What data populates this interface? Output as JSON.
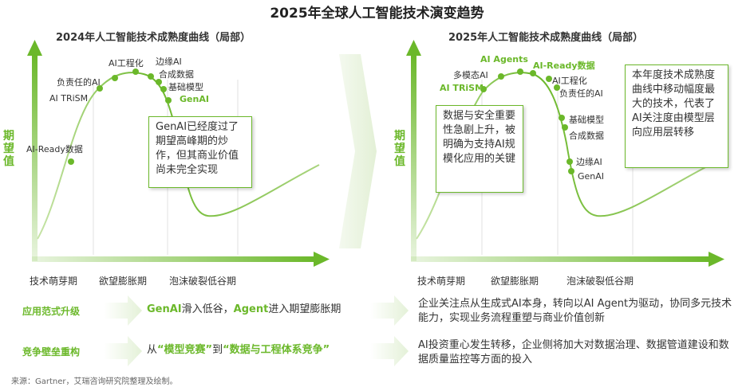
{
  "title": "2025年全球人工智能技术演变趋势",
  "charts": [
    {
      "subtitle": "2024年人工智能技术成熟度曲线（局部）",
      "ylabel": "期望值",
      "phases": [
        "技术萌芽期",
        "欲望膨胀期",
        "泡沫破裂低谷期"
      ],
      "points": [
        {
          "name": "AI-Ready数据",
          "emphasis": false
        },
        {
          "name": "AI TRiSM",
          "emphasis": false
        },
        {
          "name": "负责任的AI",
          "emphasis": false
        },
        {
          "name": "AI工程化",
          "emphasis": false
        },
        {
          "name": "边缘AI",
          "emphasis": false
        },
        {
          "name": "合成数据",
          "emphasis": false
        },
        {
          "name": "基础模型",
          "emphasis": false
        },
        {
          "name": "GenAI",
          "emphasis": true
        }
      ],
      "callout": "GenAI已经度过了期望高峰期的炒作，但其商业价值尚未完全实现"
    },
    {
      "subtitle": "2025年人工智能技术成熟度曲线（局部）",
      "ylabel": "期望值",
      "phases": [
        "技术萌芽期",
        "欲望膨胀期",
        "泡沫破裂低谷期"
      ],
      "points": [
        {
          "name": "AI TRiSM",
          "emphasis": true
        },
        {
          "name": "多模态AI",
          "emphasis": false
        },
        {
          "name": "AI Agents",
          "emphasis": true
        },
        {
          "name": "AI-Ready数据",
          "emphasis": true
        },
        {
          "name": "AI工程化",
          "emphasis": false
        },
        {
          "name": "负责任的AI",
          "emphasis": false
        },
        {
          "name": "基础模型",
          "emphasis": false
        },
        {
          "name": "合成数据",
          "emphasis": false
        },
        {
          "name": "边缘AI",
          "emphasis": false
        },
        {
          "name": "GenAI",
          "emphasis": false
        }
      ],
      "callout_left": "数据与安全重要性急剧上升，被明确为支持AI规模化应用的关键",
      "callout_right": "本年度技术成熟度曲线中移动幅度最大的技术，代表了AI关注度由模型层向应用层转移"
    }
  ],
  "rows": [
    {
      "label": "应用范式升级",
      "mid_a": "GenAI",
      "mid_b": "滑入低谷，",
      "mid_c": "Agent",
      "mid_d": "进入期望膨胀期",
      "right": "企业关注点从生成式AI本身，转向以AI Agent为驱动，协同多元技术能力，实现业务流程重塑与商业价值创新"
    },
    {
      "label": "竞争壁垒重构",
      "mid_a": "从",
      "mid_b": "“模型竞赛”",
      "mid_c": "到",
      "mid_d": "“数据与工程体系竞争”",
      "right": "AI投资重心发生转移，企业侧将加大对数据治理、数据管道建设和数据质量监控等方面的投入"
    }
  ],
  "source": "来源：Gartner，艾瑞咨询研究院整理及绘制。",
  "colors": {
    "accent": "#6bb82a",
    "light_accent": "#d6ecc0",
    "arrow_bg": "#eef6e6"
  }
}
